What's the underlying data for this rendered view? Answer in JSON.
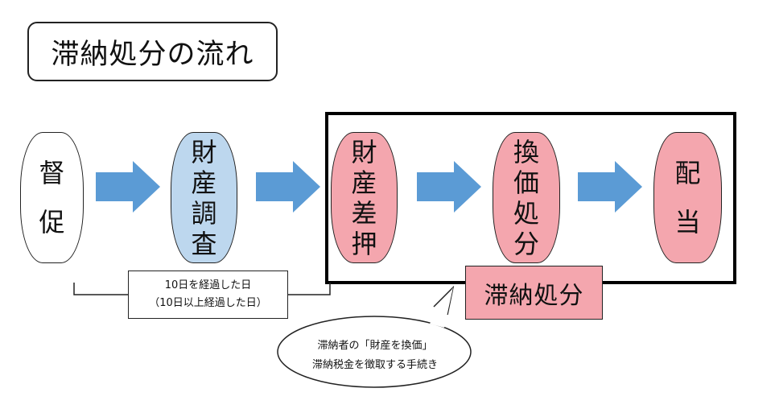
{
  "title": "滞納処分の流れ",
  "stages": {
    "tokusoku": [
      "督",
      "促"
    ],
    "zaisan_chousa": [
      "財",
      "産",
      "調",
      "査"
    ],
    "zaisan_sashiosae": [
      "財",
      "産",
      "差",
      "押"
    ],
    "kanka_shobun": [
      "換",
      "価",
      "処",
      "分"
    ],
    "haitou": [
      "配",
      "当"
    ]
  },
  "period_label": [
    "10日を経過した日",
    "（10日以上経過した日）"
  ],
  "disposal_label": "滞納処分",
  "callout_text": [
    "滞納者の「財産を換価」",
    "滞納税金を徴取する手続き"
  ],
  "colors": {
    "arrow": "#5b9bd5",
    "stage_blue": "#bdd7ee",
    "stage_pink": "#f4a6ae",
    "frame": "#000000"
  }
}
